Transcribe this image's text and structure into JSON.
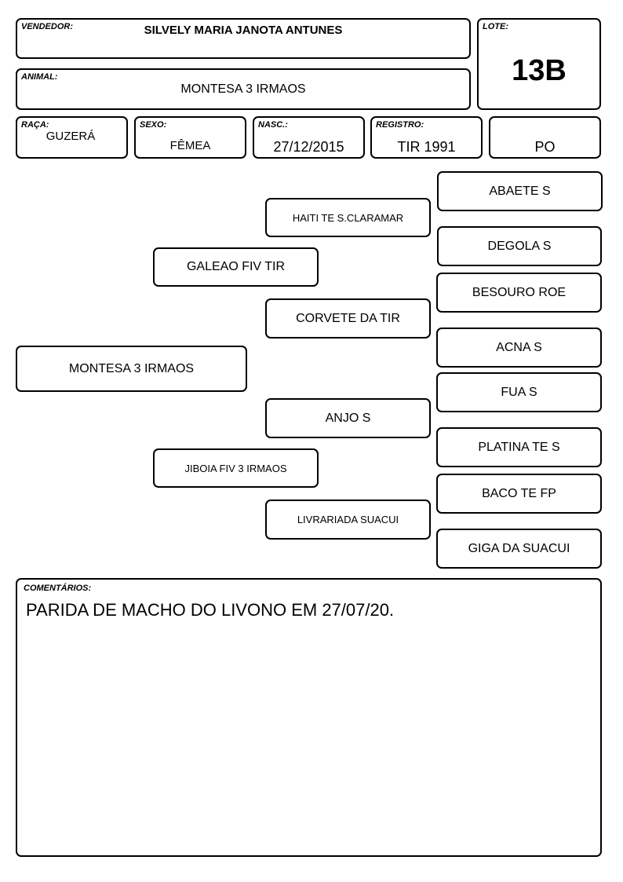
{
  "header": {
    "vendedor_label": "VENDEDOR:",
    "vendedor": "SILVELY MARIA JANOTA ANTUNES",
    "lote_label": "LOTE:",
    "lote": "13B",
    "animal_label": "ANIMAL:",
    "animal": "MONTESA 3 IRMAOS"
  },
  "info": {
    "raca_label": "RAÇA:",
    "raca": "GUZERÁ",
    "sexo_label": "SEXO:",
    "sexo": "FÊMEA",
    "nasc_label": "NASC.:",
    "nasc": "27/12/2015",
    "registro_label": "REGISTRO:",
    "registro": "TIR 1991",
    "categoria": "PO"
  },
  "pedigree": {
    "animal": "MONTESA 3 IRMAOS",
    "sire": "GALEAO FIV TIR",
    "dam": "JIBOIA FIV 3 IRMAOS",
    "sire_sire": "HAITI TE S.CLARAMAR",
    "sire_dam": "CORVETE DA TIR",
    "dam_sire": "ANJO S",
    "dam_dam": "LIVRARIADA SUACUI",
    "ggp": [
      "ABAETE S",
      "DEGOLA S",
      "BESOURO ROE",
      "ACNA S",
      "FUA S",
      "PLATINA TE S",
      "BACO TE FP",
      "GIGA DA SUACUI"
    ]
  },
  "comments": {
    "label": "COMENTÁRIOS:",
    "text": "PARIDA DE MACHO DO LIVONO EM 27/07/20."
  }
}
